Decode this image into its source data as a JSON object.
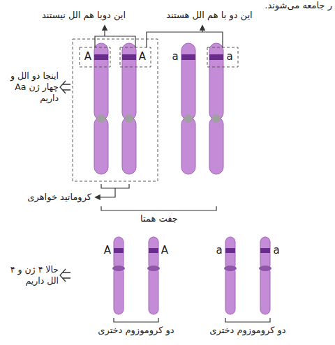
{
  "diagram": {
    "labels": [
      "ر جامعه می‌شوند.",
      "این دو با هم الل هستند",
      "این دوبا هم الل نیستند",
      "A",
      "A",
      "a",
      "a",
      "اینجا دو الل و چهار ژن Aa داریم",
      "کروماتید خواهری",
      "جفت همتا",
      "A",
      "A",
      "a",
      "a",
      "حالا ۴ ژن و ۴ الل داریم",
      "دو کروموزوم دختری",
      "دو کروموزوم دختری"
    ]
  }
}
